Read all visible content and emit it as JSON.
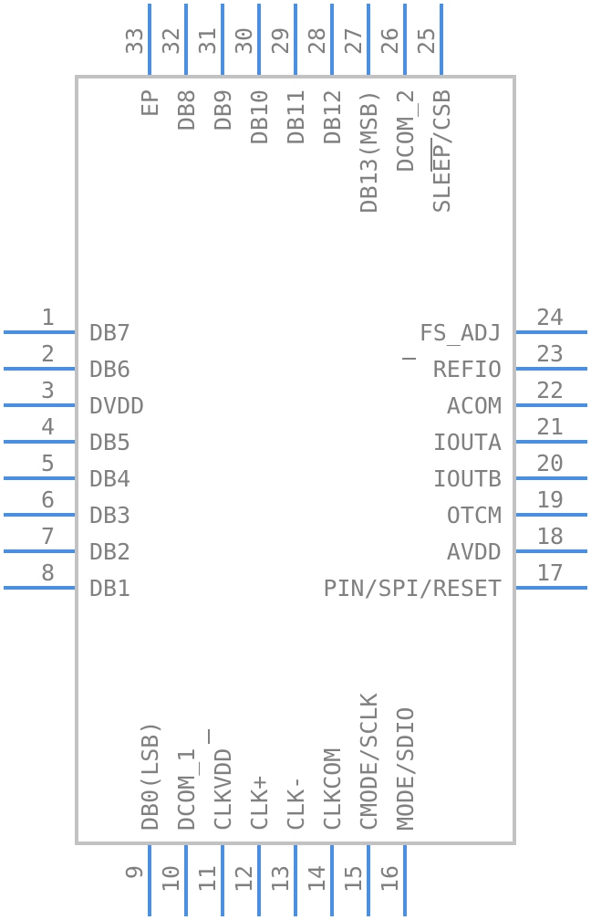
{
  "colors": {
    "pin": "#4a90e2",
    "body_outline": "#c2c2c2",
    "text": "#808080"
  },
  "pins": {
    "left": [
      {
        "number": "1",
        "name": "DB7"
      },
      {
        "number": "2",
        "name": "DB6"
      },
      {
        "number": "3",
        "name": "DVDD"
      },
      {
        "number": "4",
        "name": "DB5"
      },
      {
        "number": "5",
        "name": "DB4"
      },
      {
        "number": "6",
        "name": "DB3"
      },
      {
        "number": "7",
        "name": "DB2"
      },
      {
        "number": "8",
        "name": "DB1"
      }
    ],
    "bottom": [
      {
        "number": "9",
        "name": "DB0(LSB)"
      },
      {
        "number": "10",
        "name": "DCOM_1"
      },
      {
        "number": "11",
        "name": "CLKVDD"
      },
      {
        "number": "12",
        "name": "CLK+"
      },
      {
        "number": "13",
        "name": "CLK-"
      },
      {
        "number": "14",
        "name": "CLKCOM"
      },
      {
        "number": "15",
        "name": "CMODE/SCLK"
      },
      {
        "number": "16",
        "name": "MODE/SDIO"
      }
    ],
    "right": [
      {
        "number": "17",
        "name": "PIN/SPI/RESET"
      },
      {
        "number": "18",
        "name": "AVDD"
      },
      {
        "number": "19",
        "name": "OTCM"
      },
      {
        "number": "20",
        "name": "IOUTB"
      },
      {
        "number": "21",
        "name": "IOUTA"
      },
      {
        "number": "22",
        "name": "ACOM"
      },
      {
        "number": "23",
        "name": "REFIO"
      },
      {
        "number": "24",
        "name": "FS_ADJ"
      }
    ],
    "top": [
      {
        "number": "25",
        "name": "SLEEP/CSB"
      },
      {
        "number": "26",
        "name": "DCOM_2"
      },
      {
        "number": "27",
        "name": "DB13(MSB)"
      },
      {
        "number": "28",
        "name": "DB12"
      },
      {
        "number": "29",
        "name": "DB11"
      },
      {
        "number": "30",
        "name": "DB10"
      },
      {
        "number": "31",
        "name": "DB9"
      },
      {
        "number": "32",
        "name": "DB8"
      },
      {
        "number": "33",
        "name": "EP"
      }
    ]
  }
}
